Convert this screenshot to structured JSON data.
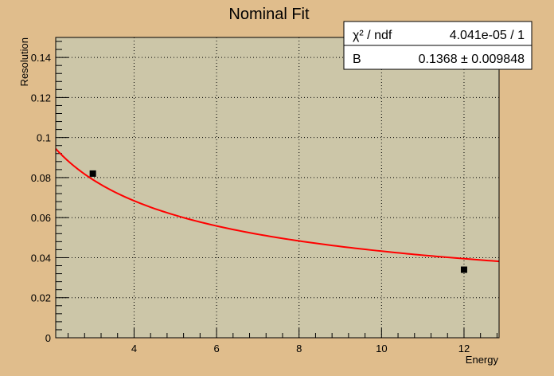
{
  "colors": {
    "page_background": "#e0bd8c",
    "plot_background": "#ccc6a8",
    "grid": "#000000",
    "fit_curve": "#ff0000",
    "points": "#000000",
    "stats_box_background": "#ffffff"
  },
  "chart_data": {
    "type": "scatter",
    "title": "Nominal Fit",
    "xlabel": "Energy",
    "ylabel": "Resolution",
    "xlim": [
      2.1,
      12.85
    ],
    "ylim": [
      0,
      0.15
    ],
    "grid": true,
    "x_ticks": [
      4,
      6,
      8,
      10,
      12
    ],
    "x_tick_labels": [
      "4",
      "6",
      "8",
      "10",
      "12"
    ],
    "y_ticks": [
      0,
      0.02,
      0.04,
      0.06,
      0.08,
      0.1,
      0.12,
      0.14
    ],
    "y_tick_labels": [
      "0",
      "0.02",
      "0.04",
      "0.06",
      "0.08",
      "0.1",
      "0.12",
      "0.14"
    ],
    "points": [
      {
        "x": 3,
        "y": 0.082
      },
      {
        "x": 12,
        "y": 0.034
      }
    ],
    "fit": {
      "B": 0.1368,
      "x_range": [
        2.1,
        12.85
      ]
    },
    "stats_box": {
      "placement": "top-right",
      "rows": [
        {
          "label": "χ² / ndf",
          "value": "4.041e-05 / 1"
        },
        {
          "label": "B",
          "value": "0.1368 ± 0.009848"
        }
      ]
    }
  }
}
